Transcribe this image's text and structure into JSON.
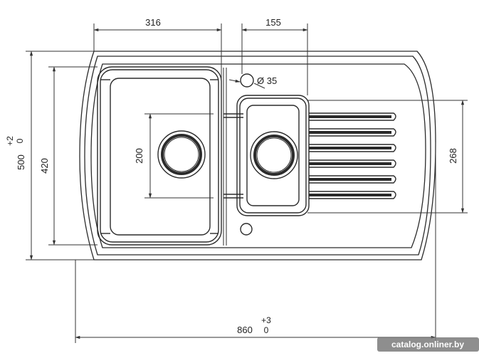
{
  "dimensions": {
    "bowl_width": "316",
    "drainer_width": "155",
    "tap_hole": "Ø 35",
    "drain_spacing": "200",
    "bowl_height": "420",
    "total_height": "500",
    "total_height_tol_plus": "+2",
    "total_height_tol_minus": "0",
    "drainer_bowl_height": "268",
    "total_width": "860",
    "total_width_tol_plus": "+3",
    "total_width_tol_minus": "0"
  },
  "watermark": "catalog.onliner.by",
  "colors": {
    "line": "#2b2b2b",
    "fill": "#ffffff",
    "watermark_bg": "#7a7a7a"
  }
}
